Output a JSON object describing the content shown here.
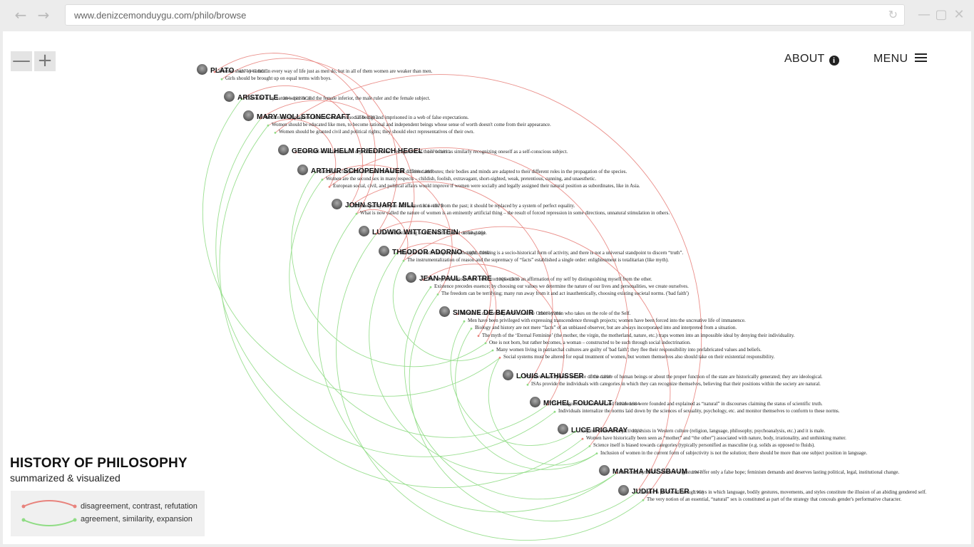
{
  "browser": {
    "url": "www.denizcemonduygu.com/philo/browse",
    "back_icon": "arrow-left-icon",
    "forward_icon": "arrow-right-icon",
    "reload_icon": "reload-icon"
  },
  "nav": {
    "about_label": "ABOUT",
    "menu_label": "MENU"
  },
  "zoom": {
    "out_label": "—",
    "in_label": "+"
  },
  "title": {
    "main": "HISTORY OF PHILOSOPHY",
    "sub": "summarized & visualized"
  },
  "legend": {
    "disagreement_label": "disagreement, contrast, refutation",
    "agreement_label": "agreement, similarity, expansion",
    "disagreement_color": "#e8837d",
    "agreement_color": "#8fdc84"
  },
  "philosophers": [
    {
      "name": "PLATO",
      "years": "427–347 BCE",
      "quotes": [
        "Women share by nature in every way of life just as men do, but in all of them women are weaker than men.",
        "Girls should be brought up on equal terms with boys."
      ]
    },
    {
      "name": "ARISTOTLE",
      "years": "384–322 BCE",
      "quotes": [
        "The male is by nature superior and the female inferior, the male ruler and the female subject."
      ]
    },
    {
      "name": "MARY WOLLSTONECRAFT",
      "years": "1759–1797",
      "quotes": [
        "Women are ill-prepared for their duties as social beings and imprisoned in a web of false expectations.",
        "Women should be educated like men, to become rational and independent beings whose sense of worth doesn't come from their appearance.",
        "Women should be granted civil and political rights; they should elect representatives of their own."
      ]
    },
    {
      "name": "GEORG WILHELM FRIEDRICH HEGEL",
      "years": "1770–1831",
      "quotes": [
        "One's self-consciousness is dependent on one's recognition of those others as similarly recognizing oneself as a self-conscious subject."
      ]
    },
    {
      "name": "ARTHUR SCHOPENHAUER",
      "years": "1788–1860",
      "quotes": [
        "Nature has furnished men and women with different attributes; their bodies and minds are adapted to their different roles in the propagation of the species.",
        "Women are the second sex in many respects – childish, foolish, extravagant, short-sighted, weak, pretentious, cunning, and unaesthetic.",
        "European social, civil, and political affairs would improve if women were socially and legally assigned their natural position as subordinates, like in Asia."
      ]
    },
    {
      "name": "JOHN STUART MILL",
      "years": "1806–1873",
      "quotes": [
        "The inequality of men and women is a relic from the past; it should be replaced by a system of perfect equality.",
        "What is now called the nature of women is an eminently artificial thing – the result of forced repression in some directions, unnatural stimulation in others."
      ]
    },
    {
      "name": "LUDWIG WITTGENSTEIN",
      "years": "1889–1951",
      "quotes": [
        "Our understanding of the world is based on language."
      ]
    },
    {
      "name": "THEODOR ADORNO",
      "years": "1903–1969",
      "quotes": [
        "There is no such thing as pure thought; thinking is a socio-historical form of activity, and there is not a universal standpoint to discern “truth”.",
        "The instrumentalization of reason and the supremacy of “facts” established a single order: enlightenment is totalitarian (like myth)."
      ]
    },
    {
      "name": "JEAN-PAUL SARTRE",
      "years": "1905–1980",
      "quotes": [
        "The objectification of the other corresponds to an affirmation of my self by distinguishing myself from the other.",
        "Existence precedes essence; by choosing our values we determine the nature of our lives and personalities, we create ourselves.",
        "The freedom can be terrifying; many run away from it and act inauthentically, choosing existing societal norms. ('bad faith')"
      ]
    },
    {
      "name": "SIMONE DE BEAUVOIR",
      "years": "1908–1986",
      "quotes": [
        "Woman is consistently defined as the Other by man who takes on the role of the Self.",
        "Men have been privileged with expressing transcendence through projects; women have been forced into the uncreative life of immanence.",
        "Biology and history are not mere “facts” of an unbiased observer, but are always incorporated into and interpreted from a situation.",
        "The myth of the ‘Eternal Feminine’ (the mother, the virgin, the motherland, nature, etc.) traps women into an impossible ideal by denying their individuality.",
        "One is not born, but rather becomes, a woman – constructed to be such through social indoctrination.",
        "Many women living in patriarchal cultures are guilty of 'bad faith'; they flee their responsibility into prefabricated values and beliefs.",
        "Social systems must be altered for equal treatment of women, but women themselves also should take on their existential responsibility."
      ]
    },
    {
      "name": "LOUIS ALTHUSSER",
      "years": "1918–1990",
      "quotes": [
        "Whatever conceptions we have of the nature of human beings or about the proper function of the state are historically generated; they are ideological.",
        "ISAs provide the individuals with categories in which they can recognize themselves, believing that their positions within the society are natural."
      ]
    },
    {
      "name": "MICHEL FOUCAULT",
      "years": "1926–1984",
      "quotes": [
        "The categories of maleness and femaleness were founded and explained as “natural” in discourses claiming the status of scientific truth.",
        "Individuals internalize the norms laid down by the sciences of sexuality, psychology, etc. and monitor themselves to conform to these norms."
      ]
    },
    {
      "name": "LUCE IRIGARAY",
      "years": "1932",
      "quotes": [
        "Only one form of subjectivity exists in Western culture (religion, language, philosophy, psychoanalysis, etc.) and it is male.",
        "Women have historically been seen as “mother” and “the other”) associated with nature, body, irrationality, and unthinking matter.",
        "Science itself is biased towards categories (typically personified as masculine (e.g. solids as opposed to fluids).",
        "Inclusion of women in the current form of subjectivity is not the solution; there should be more than one subject position in language."
      ]
    },
    {
      "name": "MARTHA NUSSBAUM",
      "years": "1947",
      "quotes": [
        "Personal, symbolic subversive gestures offer only a false hope; feminism demands and deserves lasting political, legal, institutional change."
      ]
    },
    {
      "name": "JUDITH BUTLER",
      "years": "1956",
      "quotes": [
        "Gender is produced through ways in which language, bodily gestures, movements, and styles constitute the illusion of an abiding gendered self.",
        "The very notion of an essential, “natural” sex is constituted as part of the strategy that conceals gender's performative character."
      ]
    }
  ]
}
